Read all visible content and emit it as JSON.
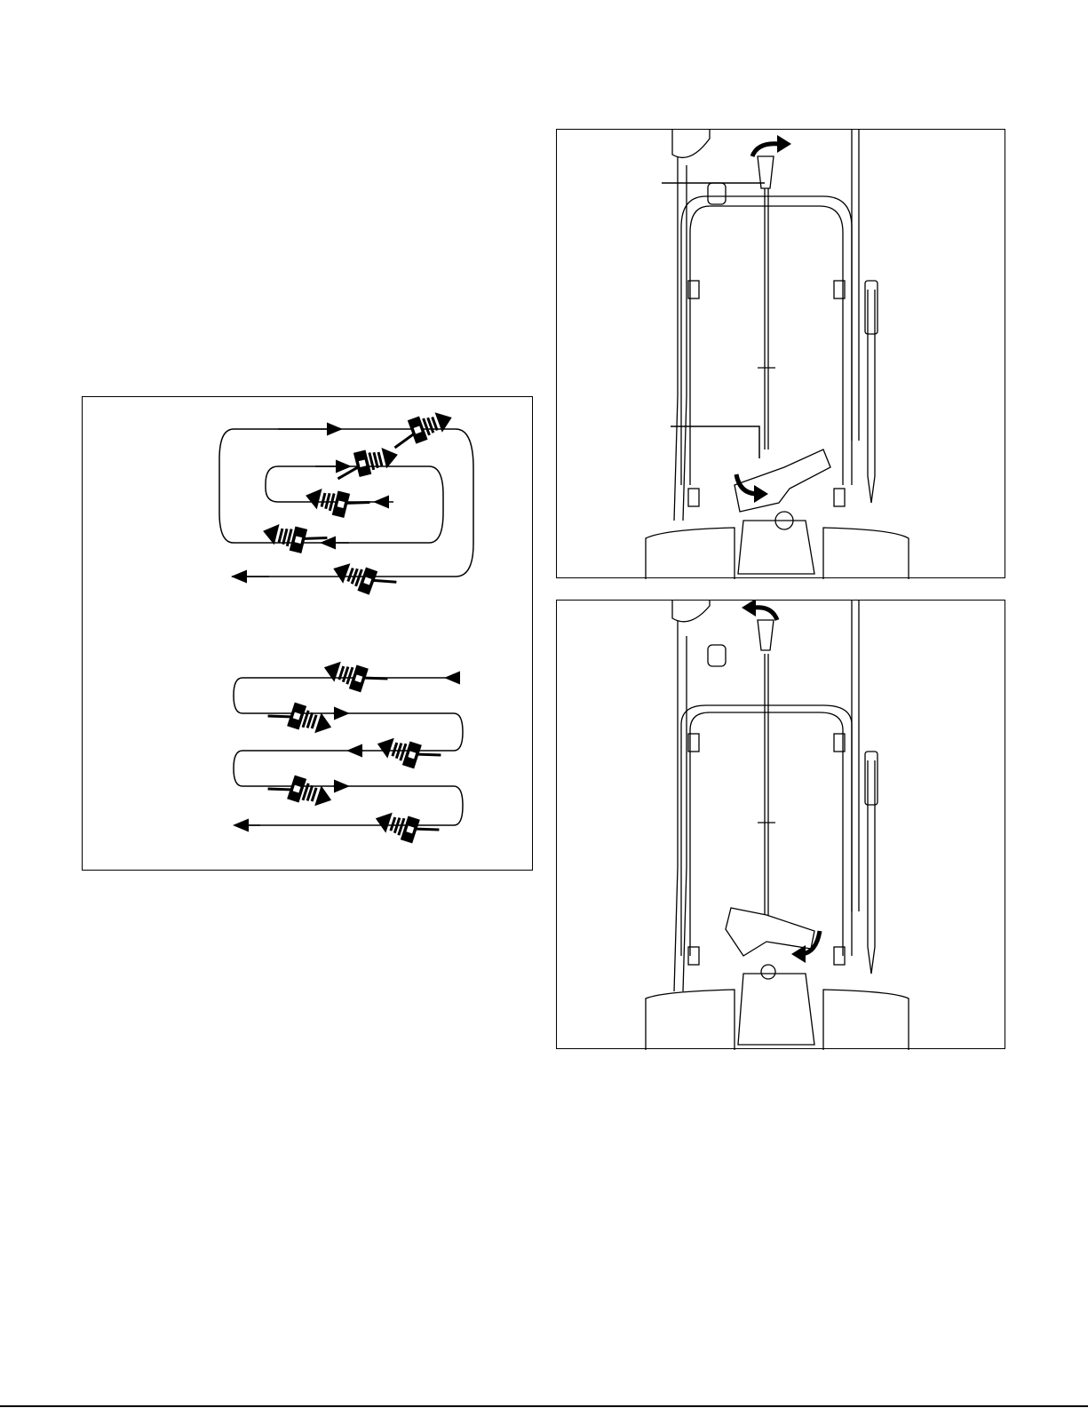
{
  "page": {
    "figures": [
      {
        "id": "clearing-pattern-figure",
        "kind": "line-drawing",
        "caption": ""
      },
      {
        "id": "chute-control-open-figure",
        "kind": "line-drawing",
        "caption": ""
      },
      {
        "id": "chute-control-close-figure",
        "kind": "line-drawing",
        "caption": ""
      }
    ]
  },
  "icons": {
    "snowthrower": "snowthrower-icon",
    "direction_arrow": "arrow-icon",
    "rotate_arrow": "curved-arrow-icon"
  },
  "colors": {
    "ink": "#000000",
    "paper": "#ffffff"
  }
}
